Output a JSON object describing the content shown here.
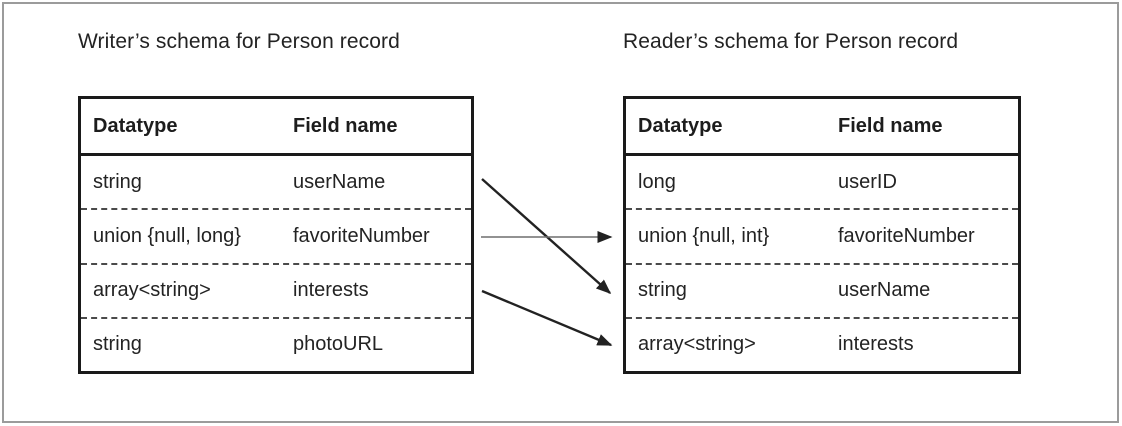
{
  "diagram": {
    "writer": {
      "title": "Writer’s schema for Person record",
      "headers": {
        "datatype": "Datatype",
        "field": "Field name"
      },
      "rows": [
        {
          "datatype": "string",
          "field": "userName"
        },
        {
          "datatype": "union {null, long}",
          "field": "favoriteNumber"
        },
        {
          "datatype": "array<string>",
          "field": "interests"
        },
        {
          "datatype": "string",
          "field": "photoURL"
        }
      ]
    },
    "reader": {
      "title": "Reader’s schema for Person record",
      "headers": {
        "datatype": "Datatype",
        "field": "Field name"
      },
      "rows": [
        {
          "datatype": "long",
          "field": "userID"
        },
        {
          "datatype": "union {null, int}",
          "field": "favoriteNumber"
        },
        {
          "datatype": "string",
          "field": "userName"
        },
        {
          "datatype": "array<string>",
          "field": "interests"
        }
      ]
    },
    "mappings": [
      {
        "from_field": "userName",
        "from_row": 1,
        "to_field": "userName",
        "to_row": 3
      },
      {
        "from_field": "favoriteNumber",
        "from_row": 2,
        "to_field": "favoriteNumber",
        "to_row": 2
      },
      {
        "from_field": "interests",
        "from_row": 3,
        "to_field": "interests",
        "to_row": 4
      }
    ],
    "colors": {
      "table_border": "#1a1a1a",
      "outer_frame": "#9b9b9b",
      "text": "#232323",
      "arrow": "#222222",
      "arrow_thin_shaft": "#6e6e6e",
      "dashed_divider": "#4a4a4a"
    }
  }
}
